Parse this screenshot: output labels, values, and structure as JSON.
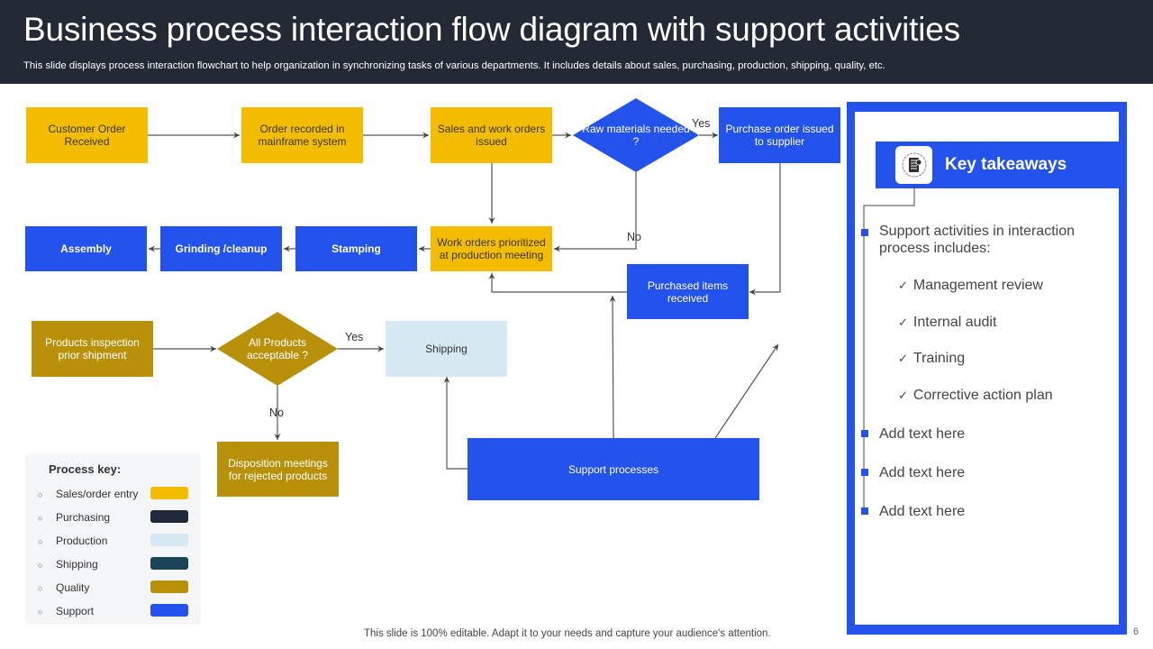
{
  "header": {
    "title": "Business process interaction flow diagram with support activities",
    "subtitle": "This slide displays process interaction flowchart to help organization in synchronizing tasks of various departments. It includes details about sales, purchasing,  production, shipping, quality, etc."
  },
  "colors": {
    "header_bg": "#232a36",
    "sales": "#f2bd00",
    "purchasing": "#1f2937",
    "production": "#d6e9f2",
    "shipping": "#1b4457",
    "quality": "#b8900a",
    "support": "#2352ec"
  },
  "nodes": {
    "customer_order": "Customer Order Received",
    "order_recorded": "Order recorded in mainframe system",
    "sales_work_orders": "Sales and work orders issued",
    "raw_materials": "Raw materials needed ?",
    "purchase_order": "Purchase order issued to supplier",
    "assembly": "Assembly",
    "grinding": "Grinding /cleanup",
    "stamping": "Stamping",
    "work_orders_prioritized": "Work orders prioritized at production meeting",
    "purchased_items": "Purchased items received",
    "products_inspection": "Products inspection prior shipment",
    "all_products": "All Products acceptable ?",
    "shipping": "Shipping",
    "disposition": "Disposition meetings for rejected products",
    "support_processes": "Support processes"
  },
  "edge_labels": {
    "raw_yes": "Yes",
    "raw_no": "No",
    "products_yes": "Yes",
    "products_no": "No"
  },
  "legend": {
    "title": "Process key:",
    "bullet": "○",
    "items": [
      {
        "label": "Sales/order entry",
        "color": "#f2bd00"
      },
      {
        "label": "Purchasing",
        "color": "#1f2937"
      },
      {
        "label": "Production",
        "color": "#d6e9f2"
      },
      {
        "label": "Shipping",
        "color": "#1b4457"
      },
      {
        "label": "Quality",
        "color": "#b8900a"
      },
      {
        "label": "Support",
        "color": "#2352ec"
      }
    ]
  },
  "takeaways": {
    "title": "Key takeaways",
    "icon": "document-list-icon",
    "main_point": "Support activities in interaction process includes:",
    "check_mark": "✓",
    "checks": [
      "Management review",
      "Internal audit",
      "Training",
      "Corrective action plan"
    ],
    "extra_points": [
      "Add text here",
      "Add text here",
      "Add text here"
    ]
  },
  "footer": {
    "note": "This slide is 100% editable. Adapt it to your needs and capture your audience's attention.",
    "page_number": "6"
  }
}
